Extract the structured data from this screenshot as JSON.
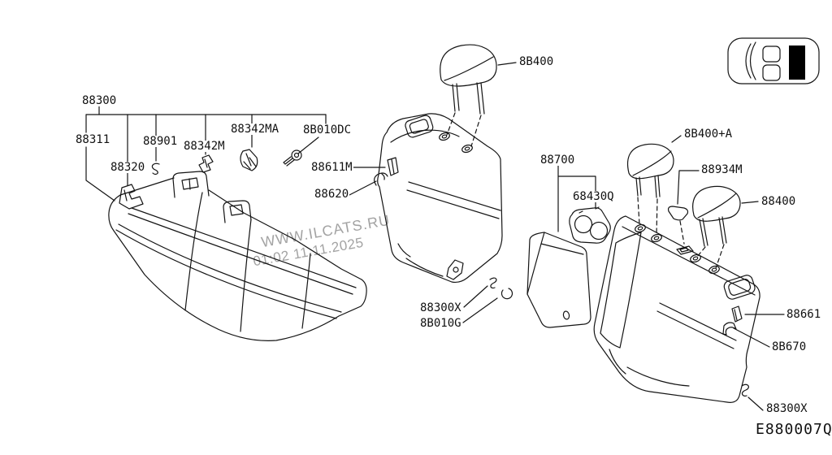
{
  "diagram": {
    "code": "E880007Q",
    "watermark": {
      "site": "WWW.ILCATS.RU",
      "timestamp": "01:02 11.11.2025"
    }
  },
  "labels": {
    "seat_assy": "88300",
    "cushion": "88311",
    "latch": "88320",
    "clip_small": "88901",
    "clip_m": "88342M",
    "clip_ma": "88342MA",
    "bolt": "8B010DC",
    "lock_knob": "88611M",
    "hook_back": "88620",
    "headrest_center": "8B400",
    "hook_center": "88300X",
    "ring": "8B010G",
    "armrest": "88700",
    "cupholder": "68430Q",
    "headrest_a": "8B400+A",
    "cap": "88934M",
    "headrest_side": "88400",
    "tab": "88661",
    "hook_side": "8B670",
    "hook_right": "88300X"
  }
}
